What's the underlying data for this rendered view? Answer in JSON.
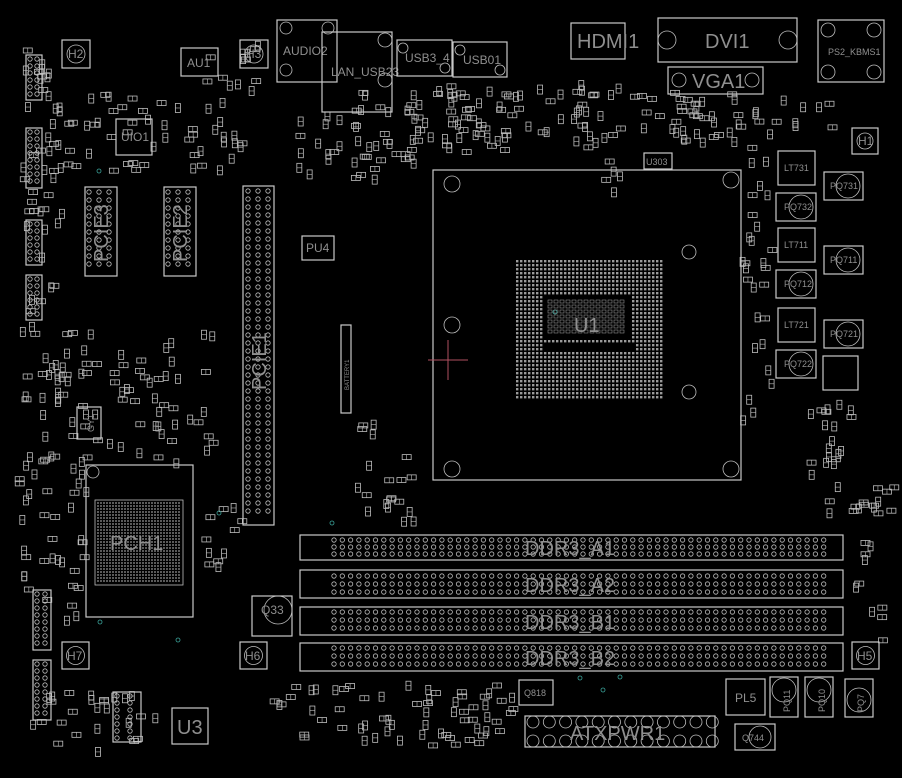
{
  "board": {
    "components": {
      "H2": "H2",
      "H3": "H3",
      "H1": "H1",
      "H5": "H5",
      "H6": "H6",
      "H7": "H7",
      "AU1": "AU1",
      "AUDIO2": "AUDIO2",
      "LAN_USB23": "LAN_USB23",
      "USB3_4": "USB3_4",
      "USB01": "USB01",
      "HDMI1": "HDMI1",
      "DVI1": "DVI1",
      "VGA1": "VGA1",
      "PS2_KBMS1": "PS2_KBMS1",
      "UIO1": "UIO1",
      "PCIE1": "PCIE1",
      "PCIE2": "PCIE2",
      "PCIE3": "PCIE3",
      "PU4": "PU4",
      "BATTERY1": "BATTERY1",
      "U1": "U1",
      "U303": "U303",
      "LT731": "LT731",
      "PQ731": "PQ731",
      "PQ732": "PQ732",
      "LT711": "LT711",
      "PQ711": "PQ711",
      "PQ712": "PQ712",
      "LT721": "LT721",
      "PQ721": "PQ721",
      "PQ722": "PQ722",
      "GY1": "GY1",
      "PCH1": "PCH1",
      "Q33": "Q33",
      "DDR3_A1": "DDR3_A1",
      "DDR3_A2": "DDR3_A2",
      "DDR3_B1": "DDR3_B1",
      "DDR3_B2": "DDR3_B2",
      "U3": "U3",
      "ATXPWR1": "ATXPWR1",
      "PL5": "PL5",
      "PQ11": "PQ11",
      "PQ10": "PQ10",
      "PQ7": "PQ7",
      "Q744": "Q744",
      "Q818": "Q818"
    },
    "colors": {
      "background": "#000000",
      "outline": "#c9c9c9",
      "label": "#8f8f8f",
      "via": "#3aa39a",
      "cursor": "#b05060"
    }
  }
}
